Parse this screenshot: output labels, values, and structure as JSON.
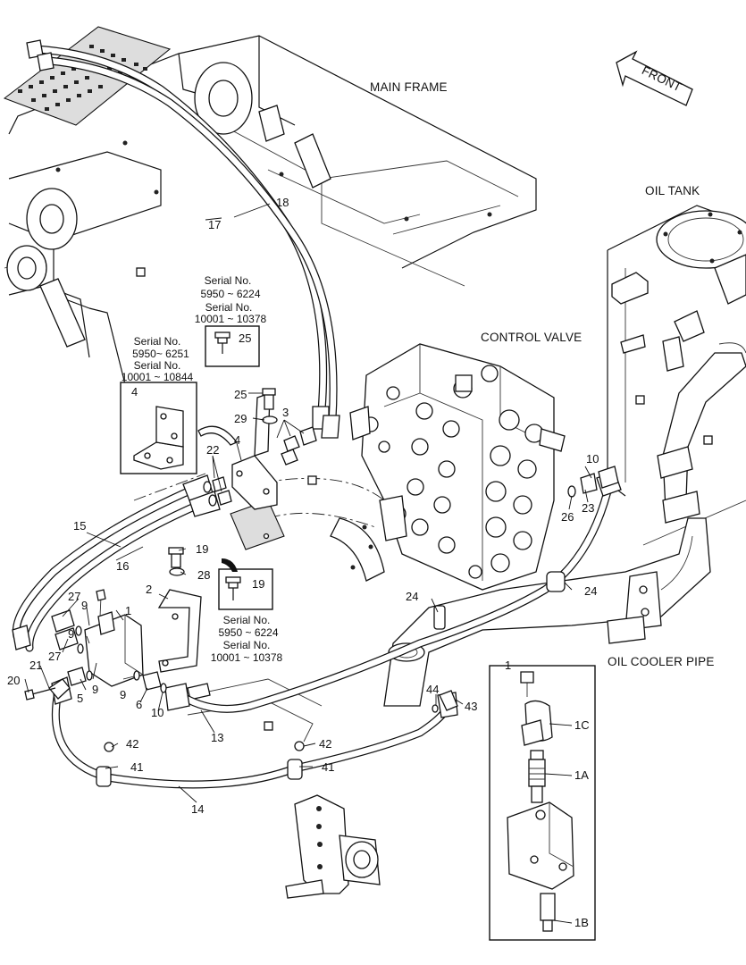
{
  "labels": {
    "main_frame": "MAIN FRAME",
    "front": "FRONT",
    "oil_tank": "OIL TANK",
    "control_valve": "CONTROL VALVE",
    "oil_cooler_pipe": "OIL COOLER PIPE"
  },
  "serials": {
    "box_25": [
      "Serial No.",
      "5950 ~ 6224",
      "Serial No.",
      "10001 ~ 10378"
    ],
    "box_4": [
      "Serial No.",
      "5950~ 6251",
      "Serial No.",
      "10001 ~ 10844"
    ],
    "box_19": [
      "Serial No.",
      "5950 ~ 6224",
      "Serial No.",
      "10001 ~ 10378"
    ]
  },
  "callouts": {
    "p18": "18",
    "p17": "17",
    "p25a": "25",
    "p25b": "25",
    "p3": "3",
    "p29": "29",
    "p4a": "4",
    "p4b": "4",
    "p22": "22",
    "p10a": "10",
    "p26": "26",
    "p23": "23",
    "p15": "15",
    "p16": "16",
    "p19a": "19",
    "p19b": "19",
    "p28": "28",
    "p2": "2",
    "p24a": "24",
    "p24b": "24",
    "p27a": "27",
    "p27b": "27",
    "p9a": "9",
    "p9b": "9",
    "p9c": "9",
    "p9d": "9",
    "p1": "1",
    "p21": "21",
    "p20": "20",
    "p5": "5",
    "p6": "6",
    "p10b": "10",
    "p13": "13",
    "p44": "44",
    "p43": "43",
    "p42a": "42",
    "p42b": "42",
    "p41a": "41",
    "p41b": "41",
    "p14": "14",
    "p1top": "1",
    "p1c": "1C",
    "p1a": "1A",
    "p1b": "1B"
  }
}
